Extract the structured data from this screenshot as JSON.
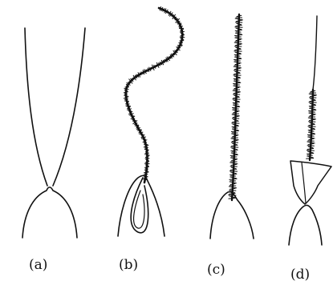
{
  "figure": {
    "panels": [
      {
        "id": "a",
        "label": "(a)"
      },
      {
        "id": "b",
        "label": "(b)"
      },
      {
        "id": "c",
        "label": "(c)"
      },
      {
        "id": "d",
        "label": "(d)"
      }
    ]
  }
}
